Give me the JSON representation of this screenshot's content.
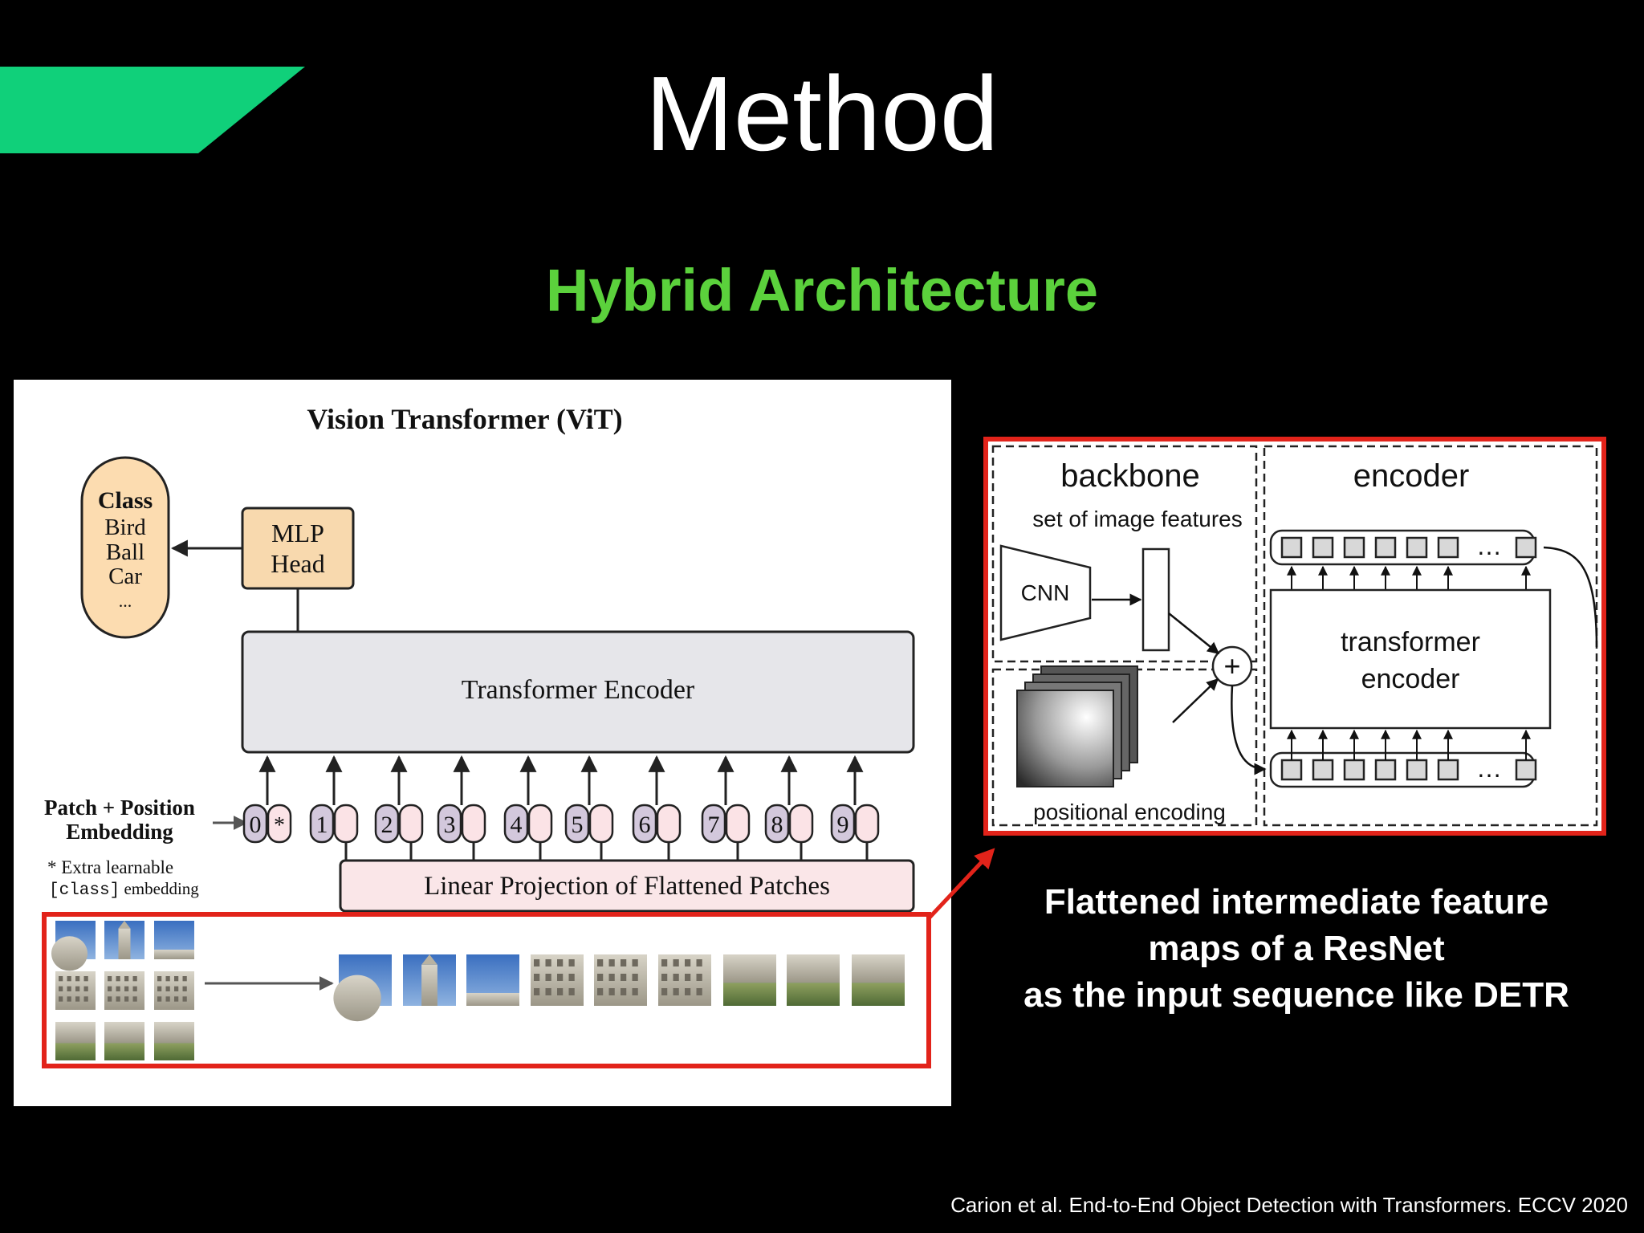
{
  "slide": {
    "title": "Method",
    "subtitle": "Hybrid Architecture",
    "caption_lines": [
      "Flattened intermediate feature",
      "maps of a ResNet",
      "as the input sequence like DETR"
    ],
    "citation": "Carion et al. End-to-End Object Detection with Transformers. ECCV 2020"
  },
  "vit": {
    "title": "Vision Transformer (ViT)",
    "class_box": {
      "heading": "Class",
      "items": [
        "Bird",
        "Ball",
        "Car",
        "..."
      ]
    },
    "mlp_head": [
      "MLP",
      "Head"
    ],
    "encoder_label": "Transformer Encoder",
    "embedding_label": [
      "Patch + Position",
      "Embedding"
    ],
    "token_numbers": [
      "0",
      "1",
      "2",
      "3",
      "4",
      "5",
      "6",
      "7",
      "8",
      "9"
    ],
    "class_token_mark": "*",
    "note_line1": "* Extra learnable",
    "note_code": "[class]",
    "note_rest": " embedding",
    "projection_label": "Linear Projection of Flattened Patches"
  },
  "detr": {
    "backbone_label": "backbone",
    "encoder_label": "encoder",
    "features_label": "set of image features",
    "cnn_label": "CNN",
    "plus_sign": "+",
    "transformer_encoder": [
      "transformer",
      "encoder"
    ],
    "ellipsis": "…",
    "positional_label": "positional encoding"
  },
  "colors": {
    "accent_green": "#10D07A",
    "subtitle_green": "#5BD13C",
    "highlight_red": "#E2231A",
    "class_fill": "#FCDCB0",
    "mlp_fill": "#F8D9AE",
    "encoder_fill": "#E6E6EA",
    "token_purple": "#D3C8DC",
    "token_pink": "#FBE3E6",
    "projection_fill": "#FAE6E8"
  }
}
